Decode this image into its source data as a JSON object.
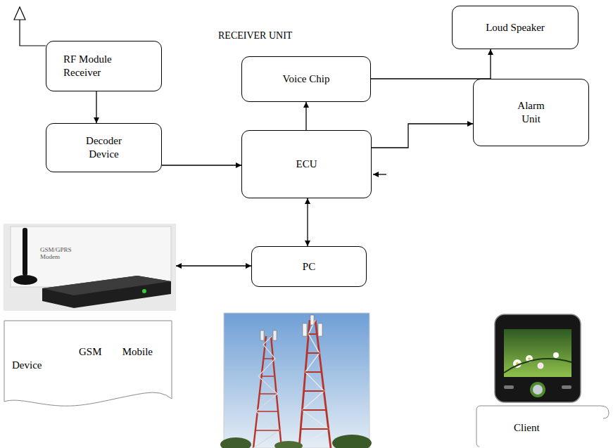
{
  "diagram": {
    "nodes": [
      {
        "text": [
          "RF Module Receiver"
        ]
      },
      {
        "text": [
          "Voice Chip"
        ]
      },
      {
        "text": [
          "Loud Speaker"
        ]
      },
      {
        "text": [
          "Decoder Device"
        ]
      },
      {
        "text": [
          "ECU"
        ]
      },
      {
        "text": [
          "Alarm Unit"
        ]
      },
      {
        "text": [
          "GSM/GPRS Modem"
        ]
      },
      {
        "text": [
          "PC"
        ]
      },
      {
        "text": [
          "GSM Mobile Device"
        ]
      },
      {
        "text": [
          "Client"
        ]
      }
    ],
    "edges": [
      {
        "from": 0,
        "to": 3,
        "arrow": "to"
      },
      {
        "from": 3,
        "to": 4,
        "arrow": "to"
      },
      {
        "from": 4,
        "to": 1,
        "arrow": "to"
      },
      {
        "from": 1,
        "to": 2,
        "arrow": "to"
      },
      {
        "from": 4,
        "to": 5,
        "arrow": "to"
      },
      {
        "from": 4,
        "to": 7,
        "arrow": "both"
      },
      {
        "from": 7,
        "to": 6,
        "arrow": "both"
      }
    ],
    "labels": [
      "RECEIVER UNIT"
    ]
  }
}
